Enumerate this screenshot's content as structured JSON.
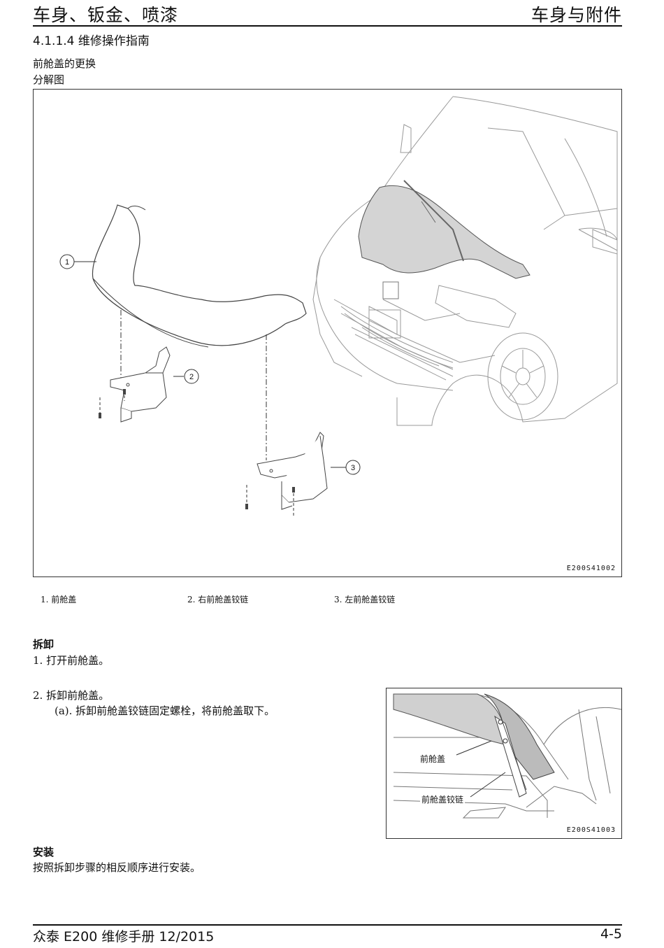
{
  "header": {
    "left": "车身、钣金、喷漆",
    "right": "车身与附件"
  },
  "section_title": "4.1.1.4 维修操作指南",
  "subtitle": "前舱盖的更换",
  "diagram_title": "分解图",
  "figure1": {
    "code": "E200S41002",
    "callouts": [
      "1",
      "2",
      "3"
    ]
  },
  "captions": [
    "1. 前舱盖",
    "2. 右前舱盖铰链",
    "3. 左前舱盖铰链"
  ],
  "removal": {
    "heading": "拆卸",
    "step1": "1.  打开前舱盖。",
    "step2": "2.  拆卸前舱盖。",
    "step2a": "(a). 拆卸前舱盖铰链固定螺栓，将前舱盖取下。"
  },
  "figure2": {
    "code": "E200S41003",
    "label1": "前舱盖",
    "label2": "前舱盖铰链"
  },
  "install": {
    "heading": "安装",
    "text": "按照拆卸步骤的相反顺序进行安装。"
  },
  "footer": {
    "left": "众泰 E200 维修手册 12/2015",
    "right": "4-5"
  }
}
